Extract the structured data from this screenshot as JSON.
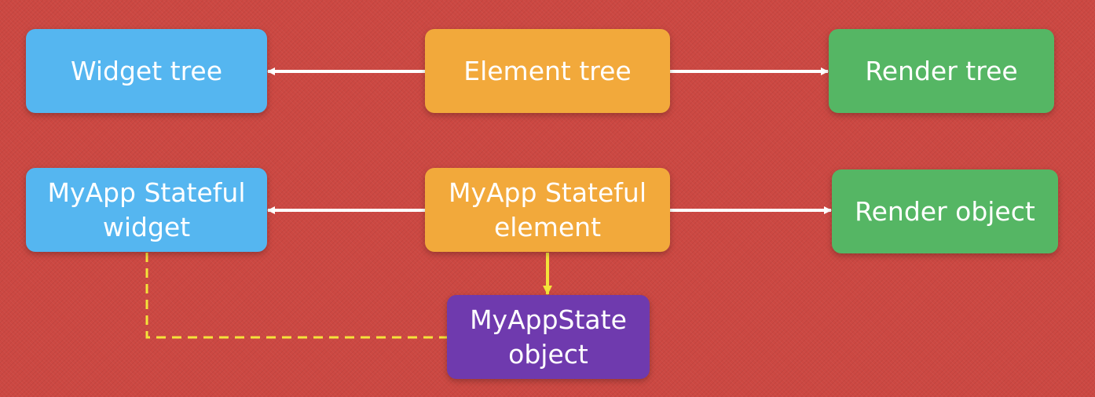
{
  "nodes": {
    "widget_tree": "Widget tree",
    "element_tree": "Element tree",
    "render_tree": "Render tree",
    "stateful_widget": "MyApp Stateful\nwidget",
    "stateful_element": "MyApp Stateful\nelement",
    "render_object": "Render object",
    "state_object": "MyAppState\nobject"
  },
  "colors": {
    "background": "#cc4842",
    "widget": "#55b6f0",
    "element": "#f2a93b",
    "render": "#55b664",
    "state": "#6f3aae",
    "arrow": "#ffffff",
    "state_link": "#f4e33a"
  }
}
